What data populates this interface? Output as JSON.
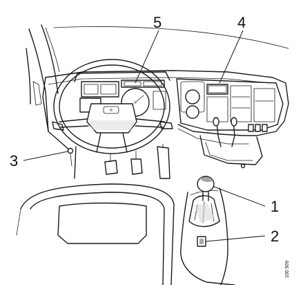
{
  "callouts": [
    {
      "id": "1",
      "label": "1"
    },
    {
      "id": "2",
      "label": "2"
    },
    {
      "id": "3",
      "label": "3"
    },
    {
      "id": "4",
      "label": "4"
    },
    {
      "id": "5",
      "label": "5"
    }
  ],
  "reference_code": "100 909"
}
